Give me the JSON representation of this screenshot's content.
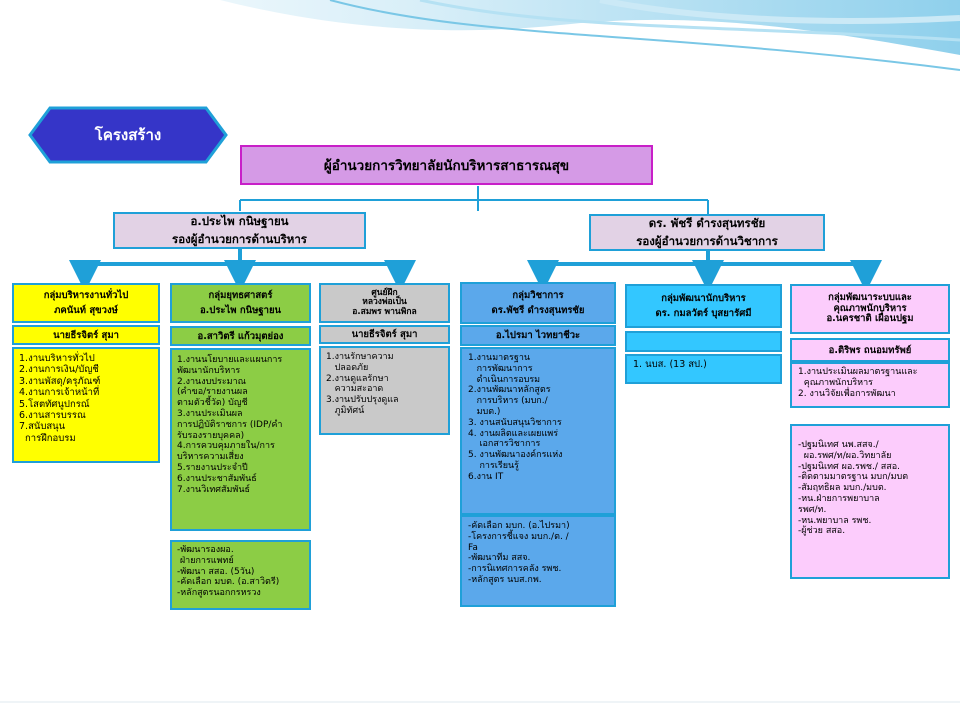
{
  "title_badge": "โครงสร้าง",
  "director": "ผู้อำนวยการวิทยาลัยนักบริหารสาธารณสุข",
  "deputy_left": {
    "name": "อ.ประไพ  กนิษฐายน",
    "role": "รองผู้อำนวยการด้านบริหาร"
  },
  "deputy_right": {
    "name": "ดร. พัชรี ดำรงสุนทรชัย",
    "role": "รองผู้อำนวยการด้านวิชาการ"
  },
  "groups": [
    {
      "title": [
        "กลุ่มบริหารงานทั่วไป",
        "ภคนันท์ สุขวงษ์"
      ],
      "head": "นายธีรจิตร์ สุมา",
      "items": [
        "1.งานบริหารทั่วไป",
        "2.งานการเงิน/บัญชี",
        "3.งานพัสดุ/ครุภัณฑ์",
        "4.งานการเจ้าหน้าที่",
        "5.โสตทัศนูปกรณ์",
        "6.งานสารบรรณ",
        "7.สนับสนุน",
        "  การฝึกอบรม"
      ],
      "extra": []
    },
    {
      "title": [
        "กลุ่มยุทธศาสตร์",
        "อ.ประไพ กนิษฐายน"
      ],
      "head": "อ.สาวิตรี แก้วมุตย่อง",
      "items": [
        "1.งานนโยบายและแผนการ",
        "พัฒนานักบริหาร",
        "2.งานงบประมาณ",
        "(คำขอ/รายงานผล",
        "ตามตัวชี้วัด) บัญชี",
        "3.งานประเมินผล",
        "การปฏิบัติราชการ (IDP/คำ",
        "รับรองรายบุคคล)",
        "4.การควบคุมภายใน/การ",
        "บริหารความเสี่ยง",
        "5.รายงานประจำปี",
        "6.งานประชาสัมพันธ์",
        "7.งานวิเทศสัมพันธ์"
      ],
      "extra": [
        "-พัฒนารองผอ.",
        " ฝ่ายการแพทย์",
        "-พัฒนา สสอ. (5วัน)",
        "-คัดเลือก มบต. (อ.สาวิตรี)",
        "-หลักสูตรนอกกรหรวง"
      ]
    },
    {
      "title": [
        "ศูนย์ฝึก",
        "หลวงพ่อเป็น",
        "อ.สมพร พานพิกล"
      ],
      "head": "นายธีรจิตร์ สุมา",
      "items": [
        "1.งานรักษาความ",
        "   ปลอดภัย",
        "2.งานดูแลรักษา",
        "   ความสะอาด",
        "3.งานปรับปรุงดูแล",
        "   ภูมิทัศน์"
      ],
      "extra": []
    },
    {
      "title": [
        "กลุ่มวิชาการ",
        "ดร.พัชรี ดำรงสุนทรชัย"
      ],
      "head": "อ.ไปรมา ไวทยาชีวะ",
      "items": [
        "1.งานมาตรฐาน",
        "   การพัฒนาการ",
        "   ดำเนินการอบรม",
        "2.งานพัฒนาหลักสูตร",
        "   การบริหาร (มบก./",
        "   มบต.)",
        "3. งานสนับสนุนวิชาการ",
        "4. งานผลิตและเผยแพร่",
        "    เอกสารวิชาการ",
        "5. งานพัฒนาองค์กรแห่ง",
        "    การเรียนรู้",
        "6.งาน IT"
      ],
      "extra": [
        "-คัดเลือก มบก. (อ.ไปรมา)",
        "-โครงการชี้แจง มบก./ต. /",
        "Fa",
        "-พัฒนาทีม สสจ.",
        "-การนิเทศการคลัง รพช.",
        "-หลักสูตร นบส.กพ."
      ]
    },
    {
      "title": [
        "กลุ่มพัฒนานักบริหาร",
        "ดร. กมลวัตร์ บุสยารัศมี"
      ],
      "head": "",
      "items": [
        "1. นบส. (13 สป.)"
      ],
      "extra": []
    },
    {
      "title": [
        "กลุ่มพัฒนาระบบและ",
        "คุณภาพนักบริหาร",
        "อ.นครชาติ เผื่อนปฐม"
      ],
      "head": "อ.ติริพร ถนอมทรัพย์",
      "items": [
        "1.งานประเมินผลมาตรฐานและ",
        "  คุณภาพนักบริหาร",
        "2. งานวิจัยเพื่อการพัฒนา"
      ],
      "extra": [
        "-ปฐมนิเทศ นพ.สสจ./",
        "  ผอ.รพศ/ท/ผอ.วิทยาลัย",
        "-ปฐมนิเทศ ผอ.รพช./ สสอ.",
        "-ติดตามมาตรฐาน มบก/มบต",
        "-สัมฤทธิผล มบก./มบต.",
        "-หน.ฝ่ายการพยาบาล",
        "รพศ/ท.",
        "-หน.พยาบาล รพช.",
        "-ผู้ช่วย สสอ."
      ]
    }
  ],
  "colors": {
    "border": "#1fa0d8",
    "badge": "#3535c8",
    "director": "#d59ae6",
    "deputy": "#e2d2e5",
    "yellow": "#ffff00",
    "green": "#8ccd45",
    "grey": "#c9c9c9",
    "blue": "#5ba8eb",
    "lightblue": "#33c7ff",
    "pink": "#fcccfc"
  }
}
